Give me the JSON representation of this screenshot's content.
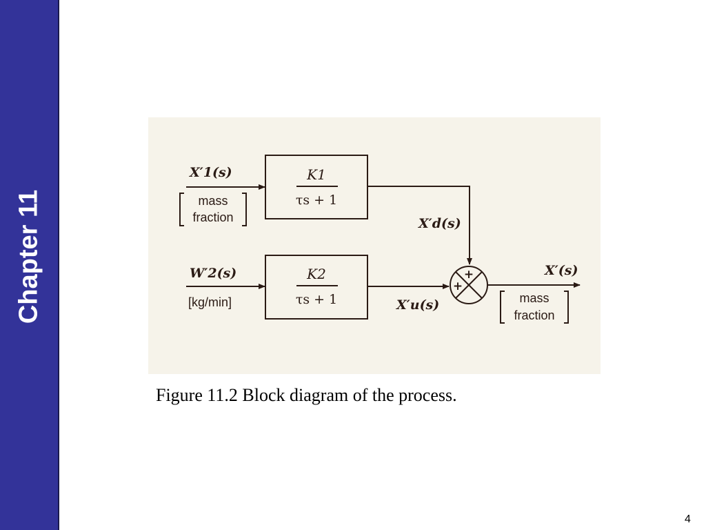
{
  "sidebar": {
    "chapter_label": "Chapter 11",
    "color": "#333399"
  },
  "diagram": {
    "input1": {
      "signal": "X′1(s)",
      "units_line1": "mass",
      "units_line2": "fraction"
    },
    "input2": {
      "signal": "W′2(s)",
      "units": "[kg/min]"
    },
    "block1": {
      "numerator": "K1",
      "denominator": "τs + 1"
    },
    "block2": {
      "numerator": "K2",
      "denominator": "τs + 1"
    },
    "disturbance_signal": "X′d(s)",
    "manipulated_signal": "X′u(s)",
    "summing_junction": {
      "top_sign": "+",
      "left_sign": "+"
    },
    "output": {
      "signal": "X′(s)",
      "units_line1": "mass",
      "units_line2": "fraction"
    }
  },
  "caption": "Figure 11.2 Block diagram of the process.",
  "page_number": "4"
}
